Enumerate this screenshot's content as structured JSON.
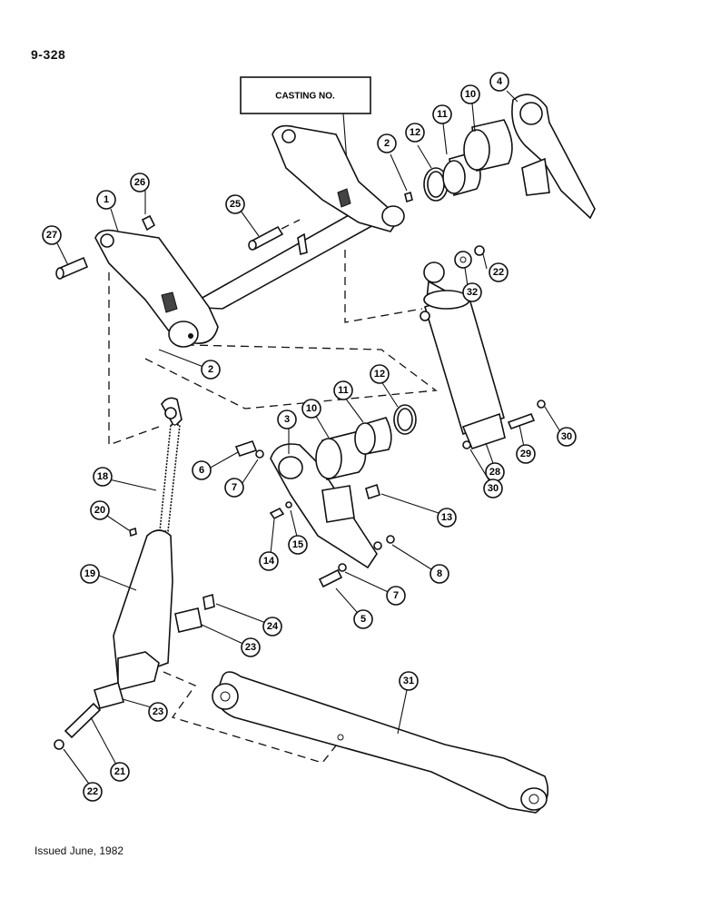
{
  "page_number": "9-328",
  "footer": "Issued June, 1982",
  "casting_label": "CASTING NO.",
  "callouts": [
    {
      "id": "c1",
      "label": "1"
    },
    {
      "id": "c2a",
      "label": "2"
    },
    {
      "id": "c2b",
      "label": "2"
    },
    {
      "id": "c3",
      "label": "3"
    },
    {
      "id": "c4",
      "label": "4"
    },
    {
      "id": "c5",
      "label": "5"
    },
    {
      "id": "c6",
      "label": "6"
    },
    {
      "id": "c7a",
      "label": "7"
    },
    {
      "id": "c7b",
      "label": "7"
    },
    {
      "id": "c8",
      "label": "8"
    },
    {
      "id": "c10a",
      "label": "10"
    },
    {
      "id": "c10b",
      "label": "10"
    },
    {
      "id": "c11a",
      "label": "11"
    },
    {
      "id": "c11b",
      "label": "11"
    },
    {
      "id": "c12a",
      "label": "12"
    },
    {
      "id": "c12b",
      "label": "12"
    },
    {
      "id": "c13",
      "label": "13"
    },
    {
      "id": "c14",
      "label": "14"
    },
    {
      "id": "c15",
      "label": "15"
    },
    {
      "id": "c18",
      "label": "18"
    },
    {
      "id": "c19",
      "label": "19"
    },
    {
      "id": "c20",
      "label": "20"
    },
    {
      "id": "c21",
      "label": "21"
    },
    {
      "id": "c22a",
      "label": "22"
    },
    {
      "id": "c22b",
      "label": "22"
    },
    {
      "id": "c23a",
      "label": "23"
    },
    {
      "id": "c23b",
      "label": "23"
    },
    {
      "id": "c24",
      "label": "24"
    },
    {
      "id": "c25",
      "label": "25"
    },
    {
      "id": "c26",
      "label": "26"
    },
    {
      "id": "c27",
      "label": "27"
    },
    {
      "id": "c28",
      "label": "28"
    },
    {
      "id": "c29",
      "label": "29"
    },
    {
      "id": "c30a",
      "label": "30"
    },
    {
      "id": "c30b",
      "label": "30"
    },
    {
      "id": "c31",
      "label": "31"
    },
    {
      "id": "c32",
      "label": "32"
    }
  ]
}
